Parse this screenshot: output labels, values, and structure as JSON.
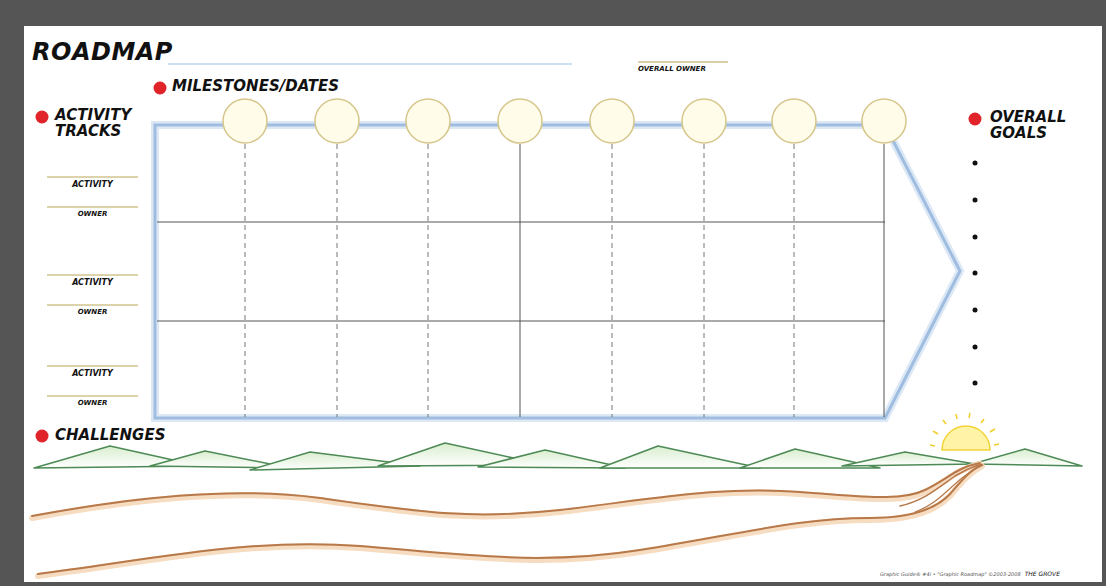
{
  "diagram": {
    "title": "ROADMAP",
    "labels": [
      "OVERALL OWNER",
      "MILESTONES/DATES",
      "ACTIVITY TRACKS",
      "ACTIVITY",
      "OWNER",
      "ACTIVITY",
      "OWNER",
      "ACTIVITY",
      "OWNER",
      "OVERALL GOALS",
      "CHALLENGES",
      "Graphic Guide® #4i • \"Graphic Roadmap\" ©2003-2008",
      "THE GROVE"
    ]
  }
}
